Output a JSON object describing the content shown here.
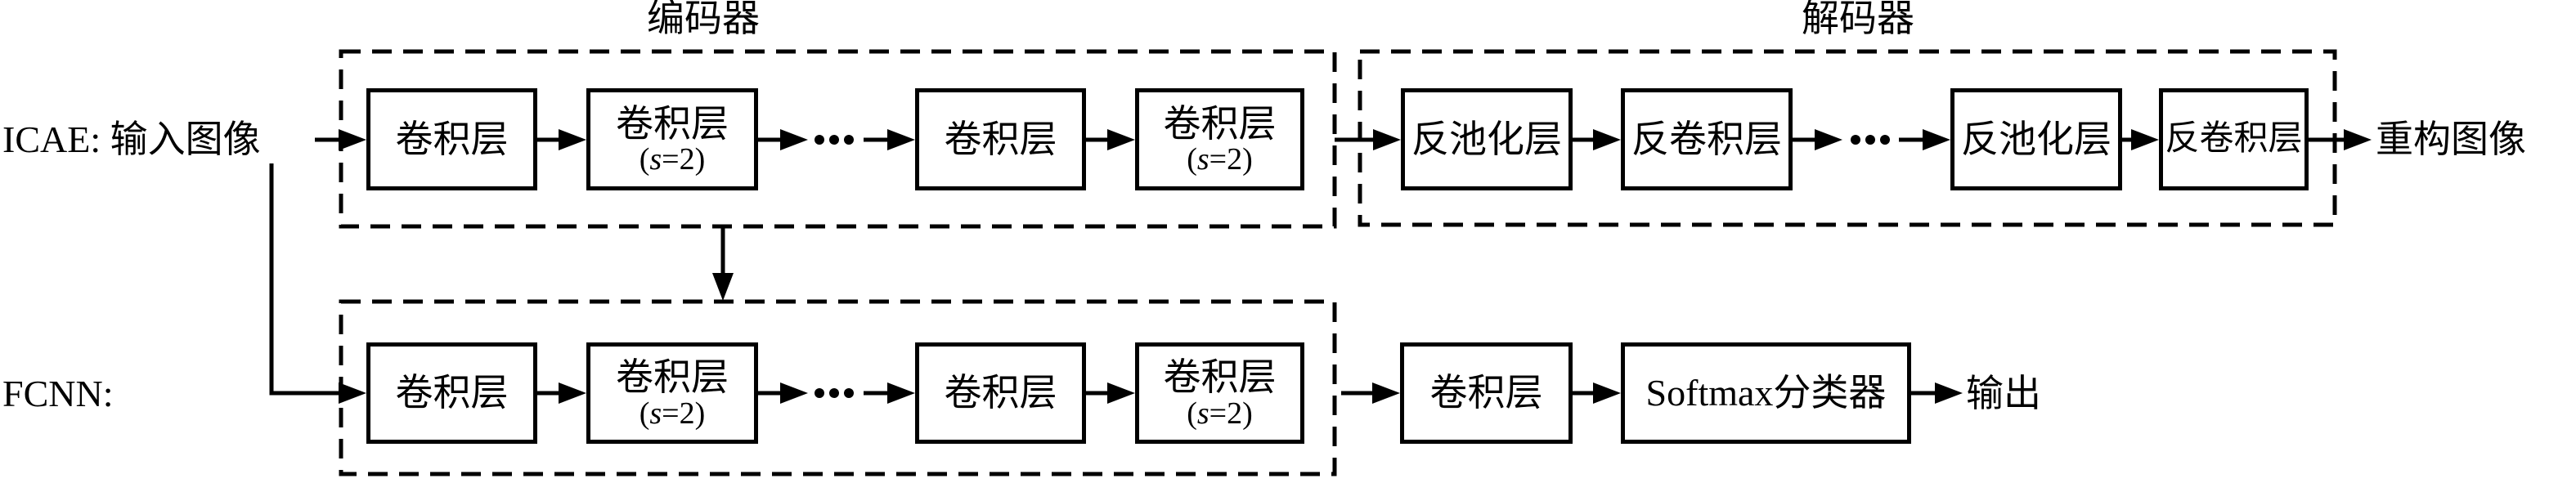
{
  "colors": {
    "foreground": "#000000",
    "background": "#ffffff"
  },
  "diagram": {
    "rows": {
      "icae": {
        "input_label": "ICAE: 输入图像",
        "output_label": "重构图像"
      },
      "fcnn": {
        "label": "FCNN:",
        "output_label": "输出"
      }
    },
    "groups": {
      "encoder_label": "编码器",
      "decoder_label": "解码器"
    },
    "boxes": {
      "conv": "卷积层",
      "conv_s2": {
        "line1": "卷积层",
        "open": "(",
        "var": "s",
        "rest": "=2)"
      },
      "unpool": "反池化层",
      "deconv": "反卷积层",
      "softmax": "Softmax分类器"
    },
    "icons": {
      "ellipsis": "⋯"
    }
  }
}
